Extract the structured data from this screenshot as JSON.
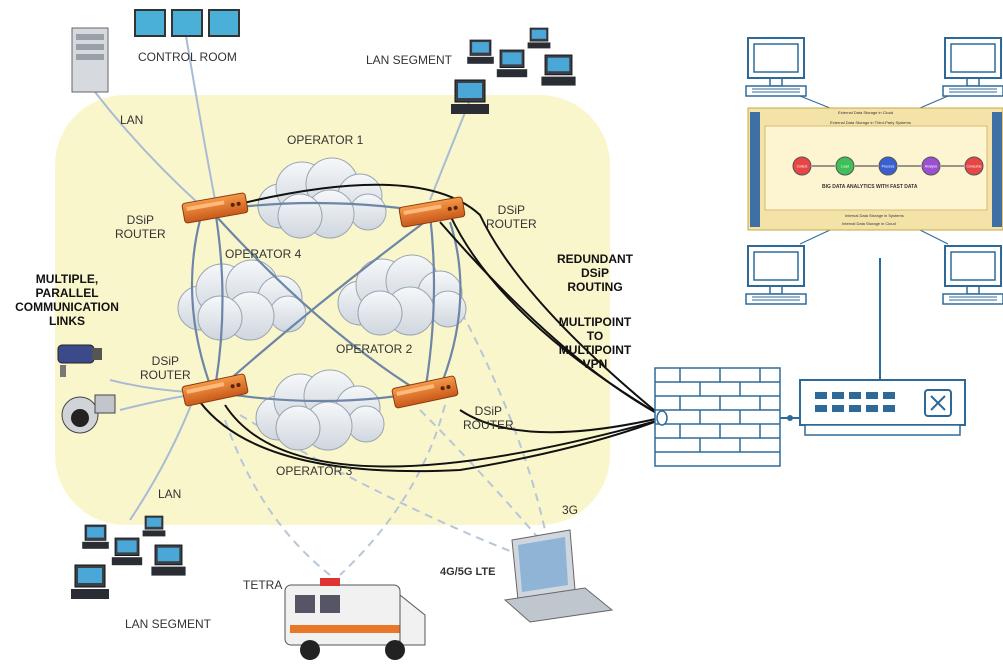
{
  "labels": {
    "control_room": "CONTROL ROOM",
    "lan_segment_top": "LAN SEGMENT",
    "lan_top": "LAN",
    "operator1": "OPERATOR 1",
    "operator2": "OPERATOR 2",
    "operator3": "OPERATOR 3",
    "operator4": "OPERATOR 4",
    "dsip_router_tl": "DSiP\nROUTER",
    "dsip_router_tr": "DSiP\nROUTER",
    "dsip_router_bl": "DSiP\nROUTER",
    "dsip_router_br": "DSiP\nROUTER",
    "multiple_links": "MULTIPLE,\nPARALLEL\nCOMMUNICATION\nLINKS",
    "redundant": "REDUNDANT\nDSiP\nROUTING",
    "multipoint": "MULTIPOINT\nTO\nMULTIPOINT\nVPN",
    "lan_bottom": "LAN",
    "lan_segment_bottom": "LAN SEGMENT",
    "tetra": "TETRA",
    "lte": "4G/5G LTE",
    "g3": "3G"
  },
  "bigdata": {
    "title": "BIG DATA ANALYTICS WITH FAST DATA",
    "ext_cloud": "External Data Storage in Cloud",
    "ext_third": "External Data Storage in Third-Party Systems",
    "int_sys": "Internal Data Storage in Systems",
    "int_cloud": "Internal Data Storage in Cloud",
    "stages": [
      "Collect",
      "Load",
      "Process",
      "Analyze",
      "Consume"
    ]
  },
  "colors": {
    "zone": "#faf6cc",
    "router": "#e8772a",
    "cloud": "#e8ecf0",
    "link": "#7e94b0",
    "wireless": "#b7c6d8",
    "vpn": "#111111",
    "line_art": "#2e6a99",
    "bigdata_bg": "#f4e3a8",
    "stage_colors": [
      "#e84545",
      "#3fbf5a",
      "#3a5fd0",
      "#9b4fd1",
      "#e84545"
    ]
  }
}
